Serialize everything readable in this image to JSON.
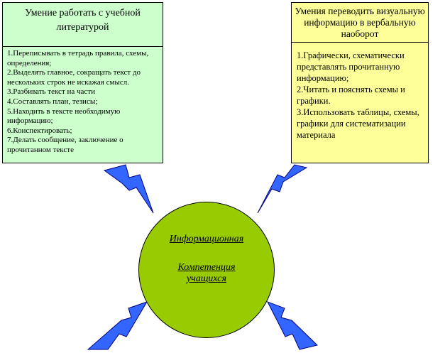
{
  "left_box": {
    "title": "Умение работать с учебной литературой",
    "items": [
      "1.Переписывать в тетрадь правила, схемы, определения;",
      "2.Выделять главное, сокращать текст до нескольких строк не искажая смысл.",
      "3.Разбивать текст на части",
      "4.Составлять план, тезисы;",
      "5.Находить в тексте необходимую информацию;",
      "6.Конспектировать;",
      "7.Делать сообщение, заключение о прочитанном тексте"
    ],
    "background": "#ccffcc"
  },
  "right_box": {
    "title": "Умения переводить визуальную информацию в вербальную наоборот",
    "items": [
      "1.Графически, схематически представлять прочитанную информацию;",
      "2.Читать и пояснять схемы и графики.",
      "3.Использовать таблицы, схемы, графики для систематизации материала"
    ],
    "background": "#ffff99"
  },
  "center": {
    "line1": "Информационная",
    "line2": "Компетенция",
    "line3": "учащихся",
    "fill": "#99cc00"
  },
  "bolt_color": "#3366ff",
  "bolt_outline": "#000080"
}
